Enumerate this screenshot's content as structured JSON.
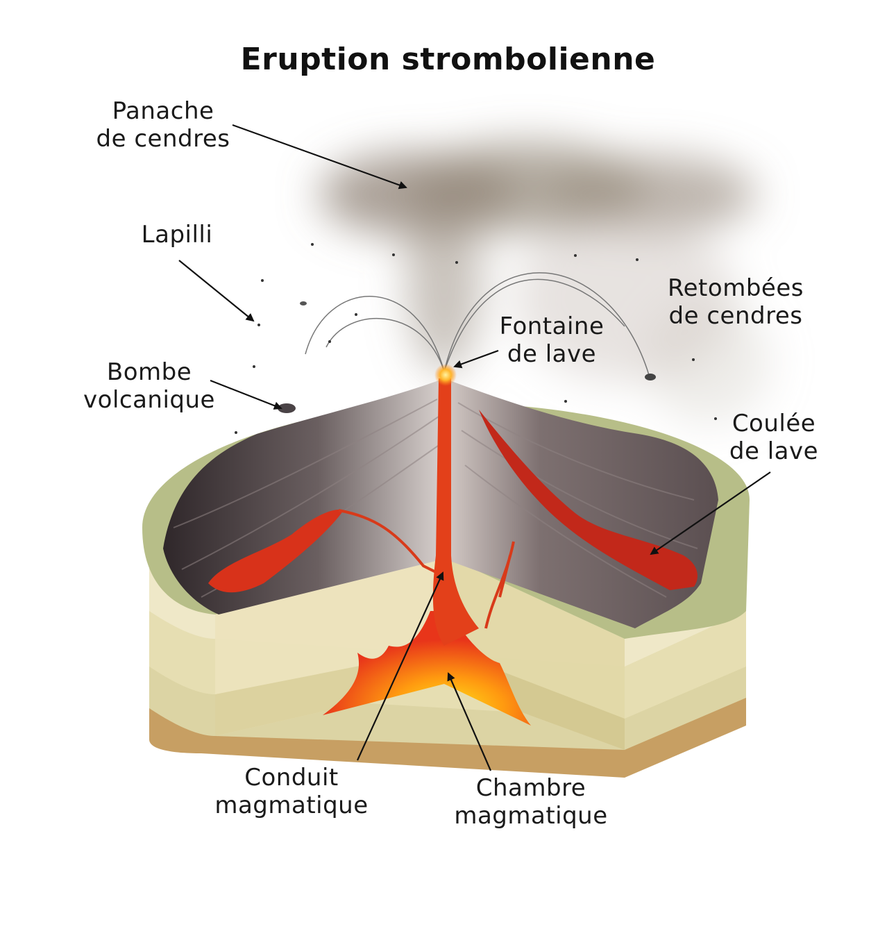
{
  "title": "Eruption strombolienne",
  "labels": {
    "panache": [
      "Panache",
      "de cendres"
    ],
    "lapilli": [
      "Lapilli"
    ],
    "bombe": [
      "Bombe",
      "volcanique"
    ],
    "fontaine": [
      "Fontaine",
      "de lave"
    ],
    "retombees": [
      "Retombées",
      "de cendres"
    ],
    "coulee": [
      "Coulée",
      "de lave"
    ],
    "conduit": [
      "Conduit",
      "magmatique"
    ],
    "chambre": [
      "Chambre",
      "magmatique"
    ]
  },
  "colors": {
    "ash": "#8a7f72",
    "lava": "#e2401a",
    "lava_glow": "#ffd21a",
    "rim": "#b9c08c",
    "layer_light": "#efe7c4",
    "layer_mid": "#e4dcae",
    "layer_base": "#c9a56a",
    "cone_dark": "#3c3336",
    "cone_light": "#d8d0cc"
  }
}
